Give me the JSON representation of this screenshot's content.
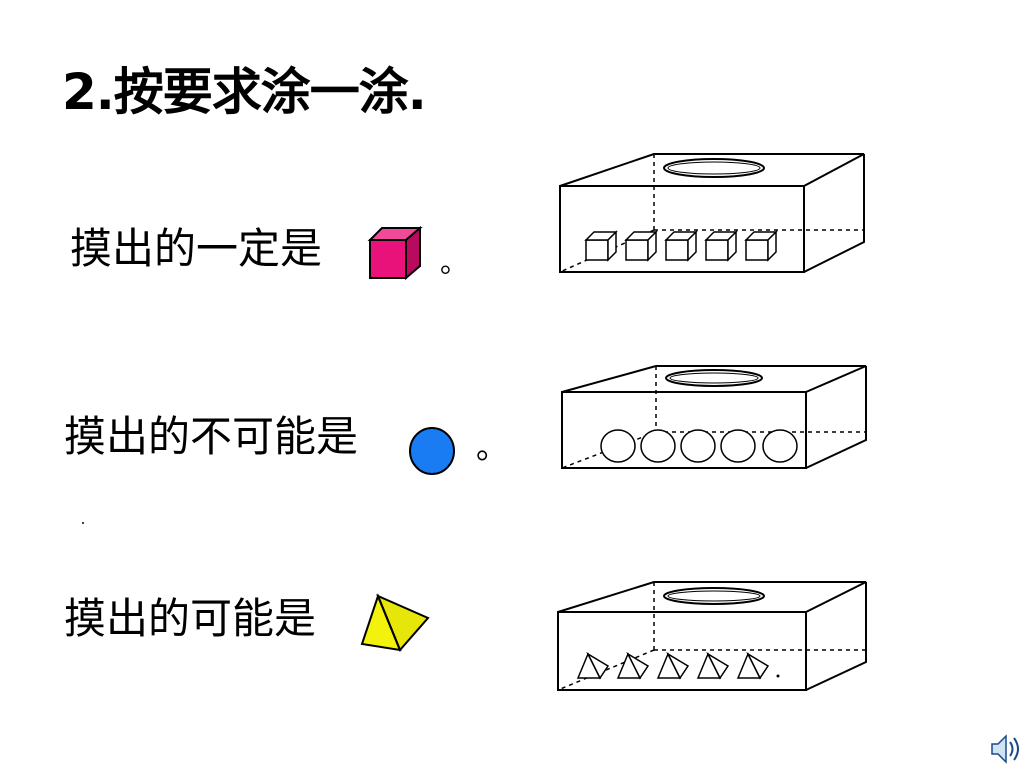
{
  "title": "2.按要求涂一涂.",
  "questions": [
    {
      "text": "摸出的一定是",
      "shape_icon": "cube-icon",
      "shape_color": "#e8127a",
      "end_mark": "。",
      "box_contents": "cubes"
    },
    {
      "text": "摸出的不可能是",
      "shape_icon": "circle-icon",
      "shape_color": "#1a7cf2",
      "end_mark": "。",
      "box_contents": "circles"
    },
    {
      "text": "摸出的可能是",
      "shape_icon": "pyramid-icon",
      "shape_color": "#f2f20c",
      "end_mark": "",
      "box_contents": "pyramids"
    }
  ],
  "footer": {
    "icon": "speaker-icon"
  }
}
